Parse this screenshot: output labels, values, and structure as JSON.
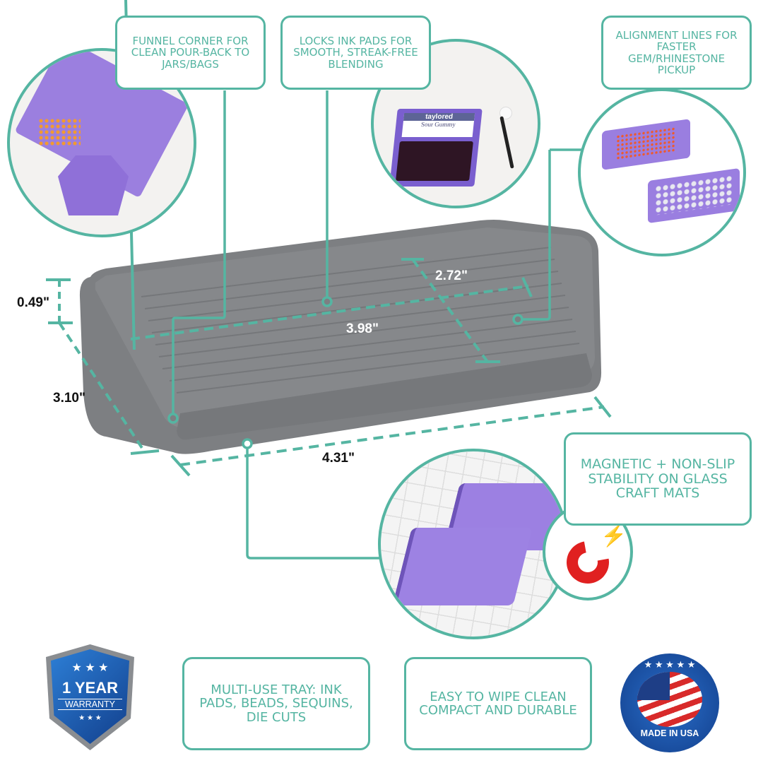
{
  "colors": {
    "accent": "#55b5a2",
    "tray_gray": "#7b7d80",
    "tray_purple": "#9c7fe0",
    "text_dark": "#111111",
    "text_white": "#ffffff",
    "badge_blue": "#1f5fb4",
    "magnet_red": "#e02020"
  },
  "callouts": {
    "funnel": "FUNNEL CORNER FOR CLEAN POUR-BACK TO JARS/BAGS",
    "ink_pads": "LOCKS INK PADS FOR SMOOTH, STREAK-FREE BLENDING",
    "alignment": "ALIGNMENT LINES FOR FASTER GEM/RHINESTONE PICKUP",
    "magnetic": "MAGNETIC + NON-SLIP STABILITY ON GLASS CRAFT MATS",
    "multi_use": "MULTI-USE TRAY: INK PADS, BEADS, SEQUINS, DIE CUTS",
    "easy_clean": "EASY TO WIPE CLEAN COMPACT AND DURABLE"
  },
  "dimensions": {
    "height": "0.49\"",
    "depth": "3.10\"",
    "length": "4.31\"",
    "inner_length": "3.98\"",
    "inner_width": "2.72\""
  },
  "ink_pad": {
    "brand": "taylored",
    "color_name": "Sour Gummy"
  },
  "badges": {
    "warranty_line1": "1 YEAR",
    "warranty_line2": "WARRANTY",
    "made_in": "MADE IN USA"
  }
}
